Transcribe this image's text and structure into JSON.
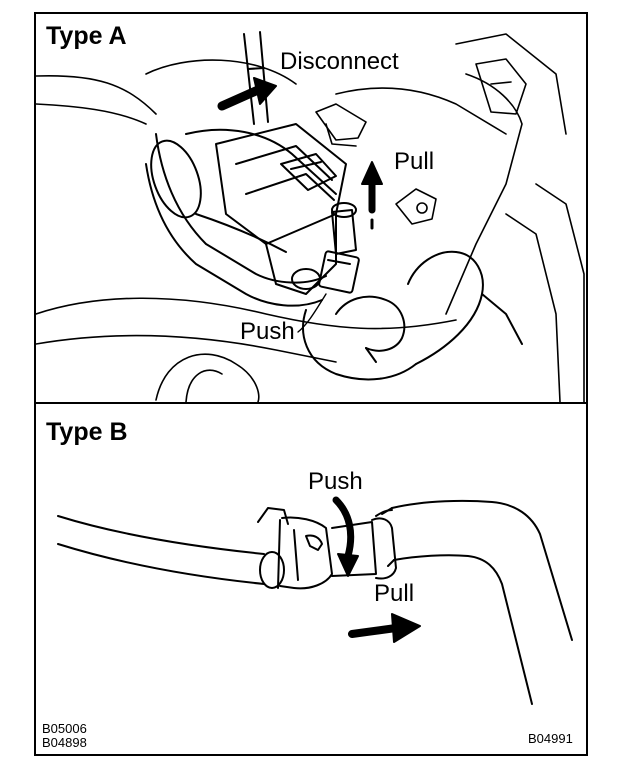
{
  "panels": {
    "type_a": {
      "title": "Type A",
      "labels": {
        "disconnect": "Disconnect",
        "pull": "Pull",
        "push": "Push"
      }
    },
    "type_b": {
      "title": "Type B",
      "labels": {
        "push": "Push",
        "pull": "Pull"
      }
    }
  },
  "reference_codes": {
    "left_top": "B05006",
    "left_bottom": "B04898",
    "right": "B04991"
  }
}
